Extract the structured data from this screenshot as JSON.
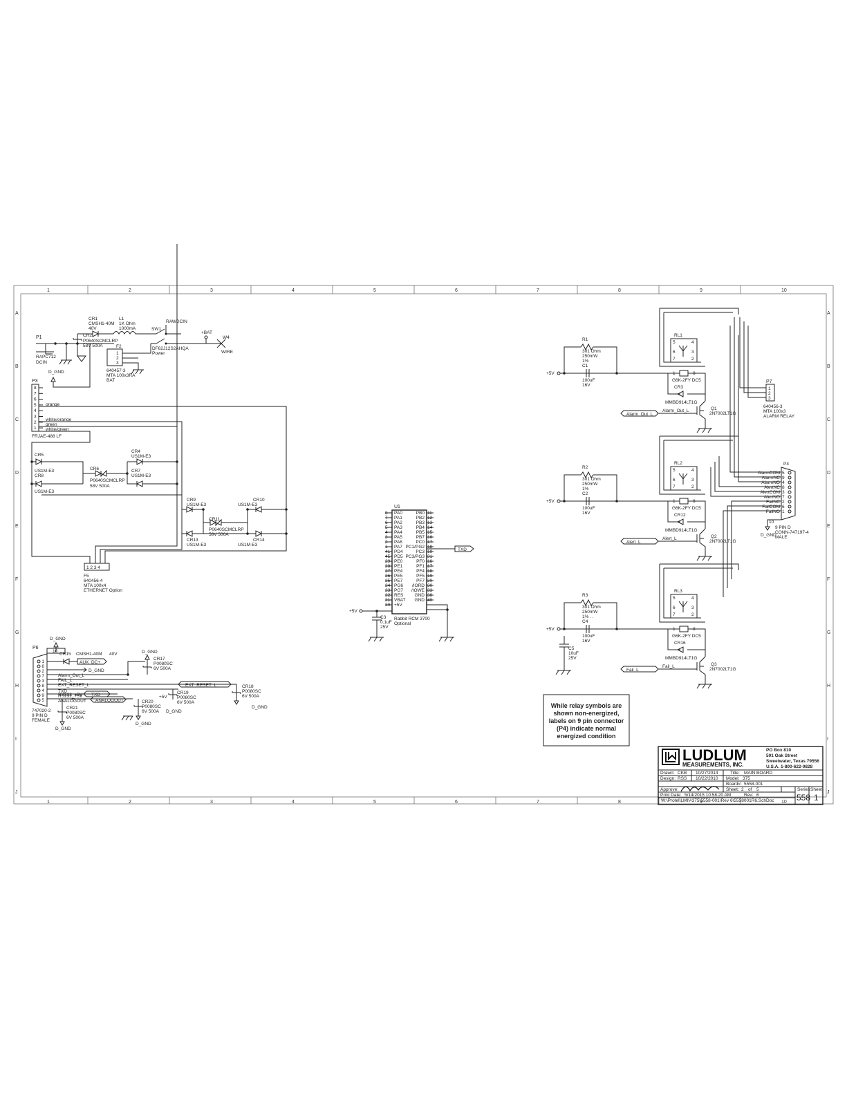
{
  "zones_cols": [
    "1",
    "2",
    "3",
    "4",
    "5",
    "6",
    "7",
    "8",
    "9",
    "10"
  ],
  "zones_rows": [
    "A",
    "B",
    "C",
    "D",
    "E",
    "F",
    "G",
    "H",
    "I",
    "J"
  ],
  "p1": {
    "ref": "P1",
    "part": "RAPC712",
    "desc": "DCIN"
  },
  "cr1": {
    "ref": "CR1",
    "part": "CMSH1-40M",
    "rating": "40V"
  },
  "l1": {
    "ref": "L1",
    "value": "1K Ohm",
    "rating": "1000mA"
  },
  "sw1": {
    "ref": "SW1",
    "part": "DF62J12S2AHQA",
    "desc": "Power"
  },
  "cr2": {
    "ref": "CR2",
    "part": "P0640SCMCLRP",
    "rating": "58V 500A"
  },
  "f2": {
    "ref": "F2",
    "part": "640457-3",
    "type": "MTA 100x3RA",
    "desc": "BAT"
  },
  "net_rawdcin": "RAWDCIN",
  "net_bat": "+BAT",
  "w4": {
    "ref": "W4",
    "desc": "WIRE"
  },
  "dgnd": "D_GND",
  "p3": {
    "ref": "P3",
    "part": "FRJAE-488 LF",
    "pins": [
      "8",
      "7",
      "6",
      "5",
      "4",
      "3",
      "2",
      "1"
    ],
    "wires": {
      "orange": "orange",
      "white_orange": "white/orange",
      "green": "green",
      "white_green": "white/green"
    }
  },
  "cr5": {
    "ref": "CR5",
    "part": "US1M-E3"
  },
  "cr8": {
    "ref": "CR8",
    "part": "US1M-E3"
  },
  "cr6": {
    "ref": "CR6",
    "part": "P0640SCMCLRP",
    "rating": "58V 500A"
  },
  "cr4": {
    "ref": "CR4",
    "part": "US1M-E3"
  },
  "cr7": {
    "ref": "CR7",
    "part": "US1M-E3"
  },
  "cr9": {
    "ref": "CR9",
    "part": "US1M-E3"
  },
  "cr10": {
    "ref": "CR10",
    "part": "US1M-E3"
  },
  "cr11": {
    "ref": "CR11",
    "part": "P0640SCMCLRP",
    "rating": "58V 500A"
  },
  "cr13": {
    "ref": "CR13",
    "part": "US1M-E3"
  },
  "cr14": {
    "ref": "CR14",
    "part": "US1M-E3"
  },
  "f5": {
    "ref": "F5",
    "pins": "1 2 3 4",
    "part": "640456-4",
    "type": "MTA 100x4",
    "desc": "ETHERNET Option"
  },
  "u1": {
    "ref": "U1",
    "part": "Rabbit RCM 3700",
    "desc": "Optional",
    "left": [
      "PA0",
      "PA1",
      "PA2",
      "PA3",
      "PA4",
      "PA5",
      "PA6",
      "PA7",
      "PD4",
      "PD5",
      "PE0",
      "PE1",
      "PE4",
      "PE5",
      "PE7",
      "PG6",
      "PG7",
      "RES",
      "VBAT",
      "+5V"
    ],
    "left_nums": [
      "8",
      "7",
      "6",
      "5",
      "4",
      "3",
      "2",
      "1",
      "41",
      "45",
      "29",
      "28",
      "27",
      "26",
      "25",
      "24",
      "23",
      "22",
      "21",
      "39"
    ],
    "right": [
      "PB0",
      "PB2",
      "PB3",
      "PB4",
      "PB5",
      "PB7",
      "PC0",
      "PC1/PG2",
      "PC3",
      "PC3/PG3",
      "PF0",
      "PF1",
      "PF4",
      "PF5",
      "PF7",
      "/IORD",
      "/IOWE",
      "GND",
      "GND"
    ],
    "right_nums": [
      "11",
      "12",
      "13",
      "14",
      "15",
      "16",
      "17",
      "18",
      "19",
      "31",
      "16",
      "17",
      "18",
      "19",
      "20",
      "30",
      "33",
      "38",
      "40"
    ]
  },
  "c3": {
    "ref": "C3",
    "value": "0.1uF",
    "rating": "25V"
  },
  "net_txd": "TXD",
  "net_5v": "+5V",
  "relays": [
    {
      "r": "R1",
      "r_val": "301 Ohm",
      "r_pw": "250mW",
      "r_tol": "1%",
      "c": "C1",
      "c_val": "100uF",
      "c_v": "16V",
      "rl": "RL1",
      "cr": "CR3",
      "q": "Q1",
      "sig": "Alarm_Out_L",
      "sig_lbl": "Alarm_Out_L"
    },
    {
      "r": "R2",
      "r_val": "301 Ohm",
      "r_pw": "250mW",
      "r_tol": "1%",
      "c": "C2",
      "c_val": "100uF",
      "c_v": "16V",
      "rl": "RL2",
      "cr": "CR12",
      "q": "Q2",
      "sig": "Alert_L",
      "sig_lbl": "Alert_L"
    },
    {
      "r": "R3",
      "r_val": "301 Ohm",
      "r_pw": "250mW",
      "r_tol": "1%  .  .",
      "c": "C4",
      "c_val": "100uF",
      "c_v": "16V",
      "rl": "RL3",
      "cr": "CR16",
      "q": "Q3",
      "sig": "Fail_L",
      "sig_lbl": "Fail_L"
    }
  ],
  "relay_part": "G6K-2FY DC5",
  "diode_part": "MMBD914LT1G",
  "fet_part": "2N7002LT1G",
  "c5": {
    "ref": "C5",
    "value": "10uF",
    "rating": "25V"
  },
  "p7": {
    "ref": "P7",
    "pins": [
      "1",
      "2",
      "3"
    ],
    "part": "640456-3",
    "type": "MTA 100x3",
    "desc": "ALARM RELAY"
  },
  "p4": {
    "ref": "P4",
    "pins": [
      "AlarmCOM",
      "AlarmNC",
      "AlarmNO",
      "AlertNC",
      "AlertCOM",
      "AlertNO",
      "FailNC",
      "FailCOM",
      "FailNO"
    ],
    "pin_nums": [
      "5",
      "9",
      "4",
      "8",
      "3",
      "7",
      "2",
      "6",
      "1"
    ],
    "extra": "10",
    "desc": "9 PIN D",
    "part": "CONN-747197-4",
    "gender": "MALE"
  },
  "p6": {
    "ref": "P6",
    "top": "10",
    "pins": [
      "1",
      "6",
      "2",
      "7",
      "3",
      "8",
      "4",
      "9",
      "5"
    ],
    "signals": [
      "AUX_DC+",
      "",
      "D_GND",
      "Alarm_Out_L",
      "FAIL_L",
      "EXT_RESET_L",
      "TXD",
      "RS232_+5V",
      "ANALOGOUT"
    ],
    "part": "747020-2",
    "desc": "9 PIN D",
    "gender": "FEMALE"
  },
  "cr15": {
    "ref": "CR15",
    "part": "CMSH1-40M",
    "rating": "40V"
  },
  "cr17": {
    "ref": "CR17",
    "part": "P0080SC",
    "rating": "6V 500A"
  },
  "cr18": {
    "ref": "CR18",
    "part": "P0080SC",
    "rating": "6V 500A"
  },
  "cr19": {
    "ref": "CR19",
    "part": "P0080SC",
    "rating": "6V 500A"
  },
  "cr20": {
    "ref": "CR20",
    "part": "P0080SC",
    "rating": "6V 500A"
  },
  "cr21": {
    "ref": "CR21",
    "part": "P0080SC",
    "rating": "6V 500A"
  },
  "net_ext_reset": "EXT_RESET_L",
  "net_analogout": "ANALOGOUT",
  "net_auxdc": "AUX_DC+",
  "note": {
    "l1": "While relay symbols are",
    "l2": "shown non-energized,",
    "l3": "labels on 9 pin connector",
    "l4": "(P4) indicate normal",
    "l5": "energized condition"
  },
  "title_block": {
    "company": "LUDLUM",
    "company2": "MEASUREMENTS, INC.",
    "addr1": "PO Box 810",
    "addr2": "501 Oak Street",
    "addr3": "Sweetwater, Texas  79556",
    "addr4": "U.S.A.  1-800-622-0828",
    "drawn_lbl": "Drawn:",
    "drawn": "CKB",
    "drawn_date": "10/27/2014",
    "design_lbl": "Design:",
    "design": "RSS",
    "design_date": "10/22/2010",
    "title_lbl": "Title:",
    "title": "MAIN BOARD",
    "model_lbl": "Model:",
    "model": "375",
    "board_lbl": "Board#:",
    "board": "5558-001",
    "approve_lbl": "Approve:",
    "sheet_lbl": "Sheet:",
    "sheet": "2",
    "of": "of",
    "sheet_total": "5",
    "print_lbl": "Print Date:",
    "print_date": "5/14/2015 10:58:20 AM",
    "rev_lbl": "Rev:",
    "rev": "6",
    "path": "W:\\Protel\\LMI\\#375\\5558-001\\Rev 6\\5558001R6.SchDoc",
    "series_lbl": "Series",
    "series": "558",
    "sheetno_lbl": "Sheet",
    "sheetno": "1"
  }
}
